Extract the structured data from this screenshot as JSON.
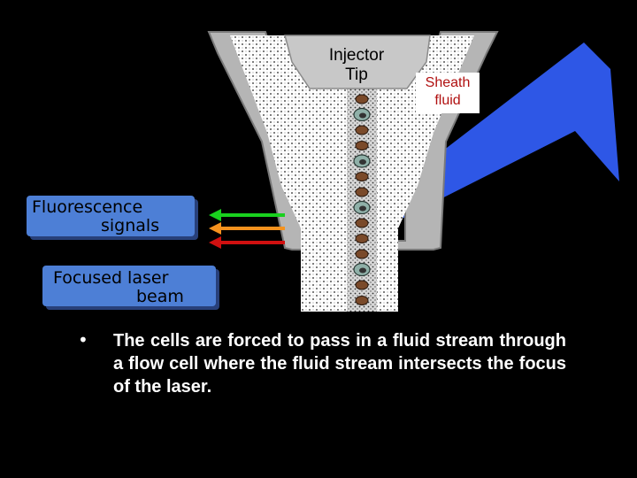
{
  "diagram": {
    "injector_label": "Injector\nTip",
    "sheath_label": "Sheath\nfluid",
    "fluorescence_label": [
      "Fluorescence",
      "signals"
    ],
    "laser_label": [
      "Focused laser",
      "beam"
    ],
    "arrow_colors": [
      "#19d11e",
      "#f5921e",
      "#d01010"
    ],
    "laser_color": "#2e57e6",
    "cells": [
      {
        "type": "particle"
      },
      {
        "type": "cell"
      },
      {
        "type": "particle"
      },
      {
        "type": "particle"
      },
      {
        "type": "cell"
      },
      {
        "type": "particle"
      },
      {
        "type": "particle"
      },
      {
        "type": "cell"
      },
      {
        "type": "particle"
      },
      {
        "type": "particle"
      },
      {
        "type": "particle"
      },
      {
        "type": "cell"
      },
      {
        "type": "particle"
      },
      {
        "type": "particle"
      }
    ]
  },
  "bullet": {
    "symbol": "•",
    "text": "The cells are forced to pass in a fluid stream through a flow cell where the fluid stream intersects the focus of the laser."
  }
}
